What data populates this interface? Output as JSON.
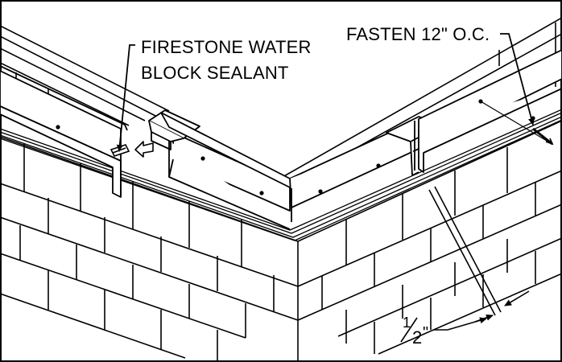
{
  "labels": {
    "sealant_line1": "FIRESTONE WATER",
    "sealant_line2": "BLOCK SEALANT",
    "fasten": "FASTEN 12\" O.C.",
    "gap_num": "1",
    "gap_den": "2",
    "gap_unit": "\""
  },
  "colors": {
    "ink": "#000000",
    "paper": "#ffffff"
  }
}
